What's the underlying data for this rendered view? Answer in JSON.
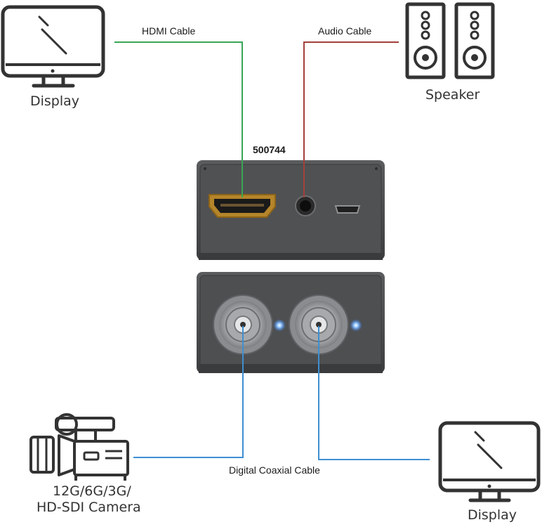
{
  "colors": {
    "hdmi_cable": "#3aa655",
    "audio_cable": "#a3413a",
    "coax_cable": "#3f8fd1",
    "device_body": "#4a4b4d",
    "icon_stroke": "#333333"
  },
  "labels": {
    "hdmi_cable": "HDMI Cable",
    "audio_cable": "Audio Cable",
    "coax_cable": "Digital Coaxial Cable",
    "model": "500744",
    "display_top": "Display",
    "speaker": "Speaker",
    "camera_line1": "12G/6G/3G/",
    "camera_line2": "HD-SDI Camera",
    "display_bottom": "Display"
  },
  "icons": {
    "display": "monitor-icon",
    "speaker": "speaker-icon",
    "camera": "video-camera-icon"
  }
}
